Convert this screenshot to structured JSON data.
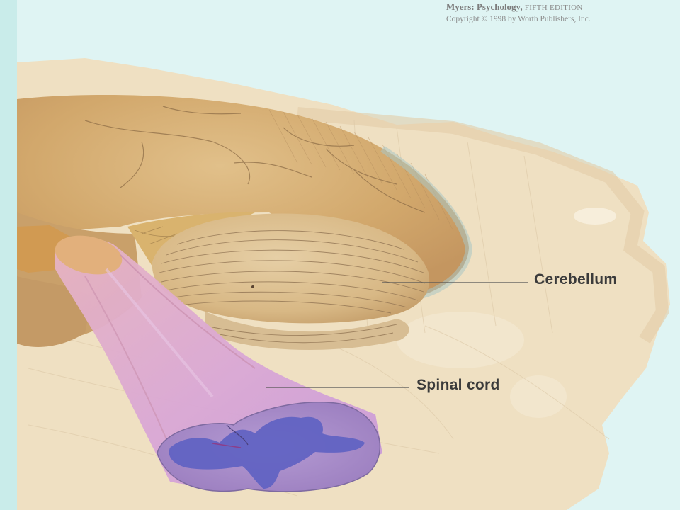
{
  "credit": {
    "book": "Myers: Psychology,",
    "edition": "FIFTH EDITION",
    "copyright": "Copyright © 1998 by Worth Publishers, Inc."
  },
  "labels": {
    "cerebellum": "Cerebellum",
    "spinal_cord": "Spinal cord"
  },
  "colors": {
    "background": "#dff4f3",
    "paper": "#efe0c2",
    "brain": "#d7b27a",
    "cerebellum": "#dcc39a",
    "spinal_cord": "#d9a8d2",
    "gray_matter": "#6b6bc4"
  }
}
